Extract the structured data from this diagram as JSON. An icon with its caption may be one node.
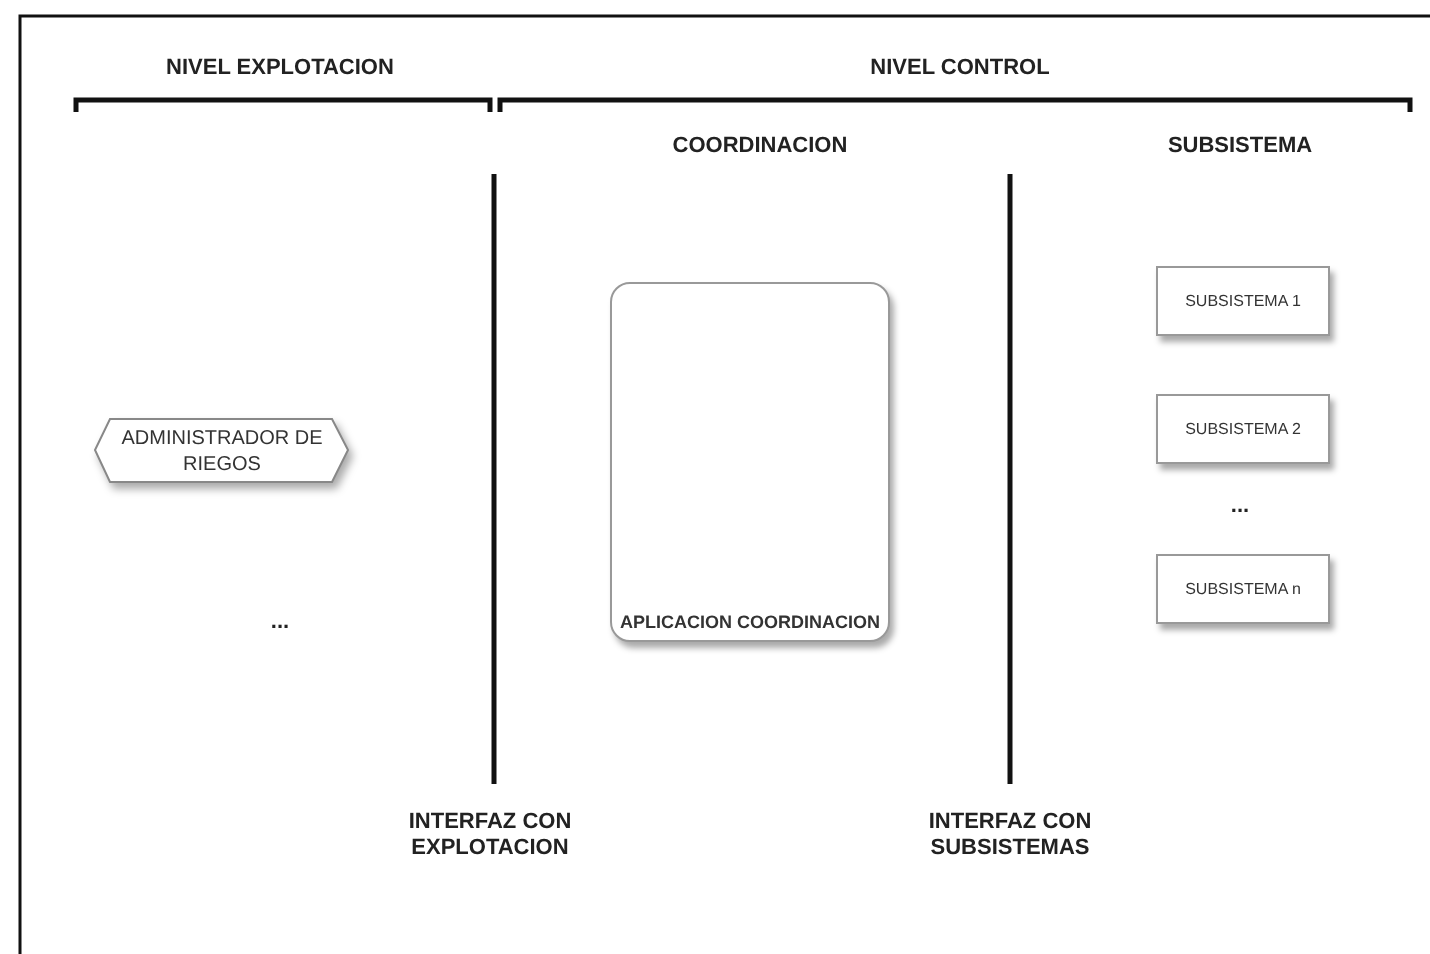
{
  "diagram": {
    "nodes": [
      {
        "text": [
          "ADMINISTRADOR DE RIEGOS"
        ]
      },
      {
        "text": [
          "APLICACION COORDINACION"
        ]
      },
      {
        "text": [
          "SUBSISTEMA 1"
        ]
      },
      {
        "text": [
          "SUBSISTEMA 2"
        ]
      },
      {
        "text": [
          "SUBSISTEMA n"
        ]
      }
    ],
    "labels": [
      "NIVEL EXPLOTACION",
      "NIVEL CONTROL",
      "COORDINACION",
      "SUBSISTEMA",
      "...",
      "...",
      "INTERFAZ CON EXPLOTACION",
      "INTERFAZ CON SUBSISTEMAS"
    ]
  }
}
